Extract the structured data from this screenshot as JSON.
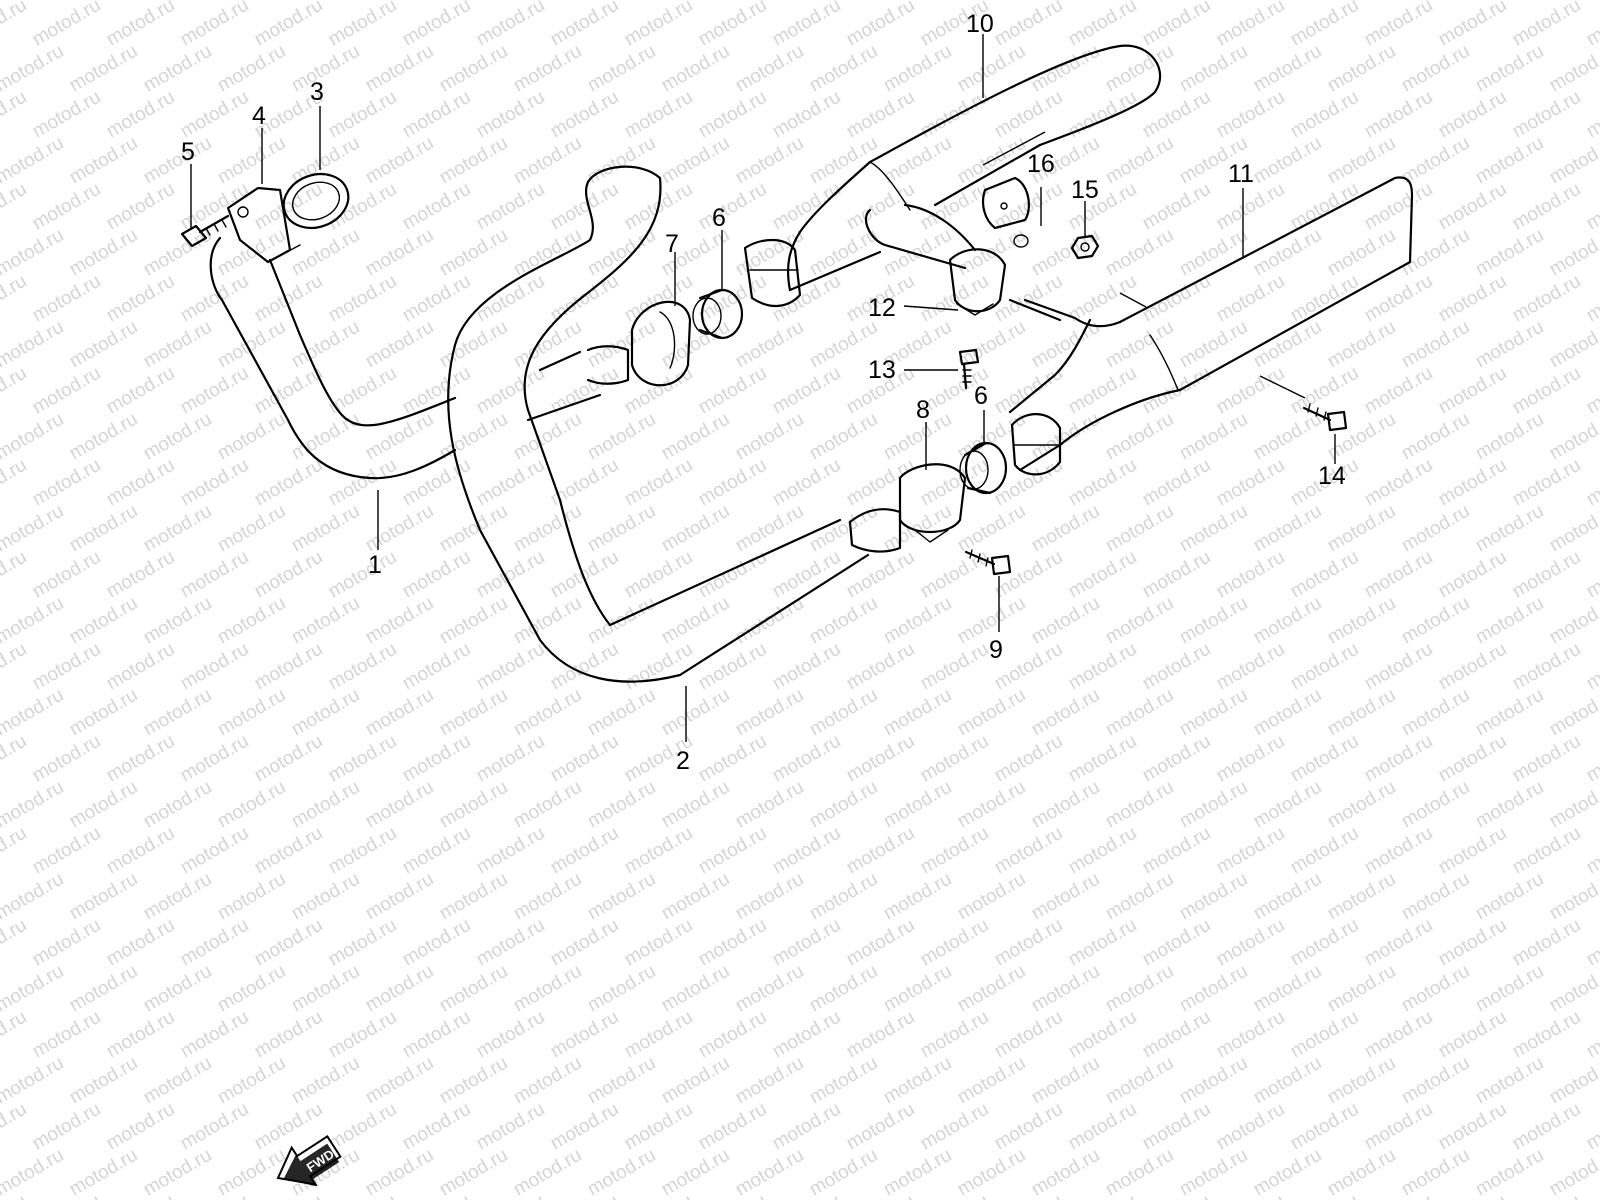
{
  "watermark": "motod.ru",
  "fwd_label": "FWD",
  "callouts": [
    "1",
    "2",
    "3",
    "4",
    "5",
    "6",
    "6",
    "7",
    "8",
    "9",
    "10",
    "11",
    "12",
    "13",
    "14",
    "15",
    "16"
  ],
  "colors": {
    "background": "#ffffff",
    "line": "#000000",
    "watermark": "#d4d4d4"
  }
}
